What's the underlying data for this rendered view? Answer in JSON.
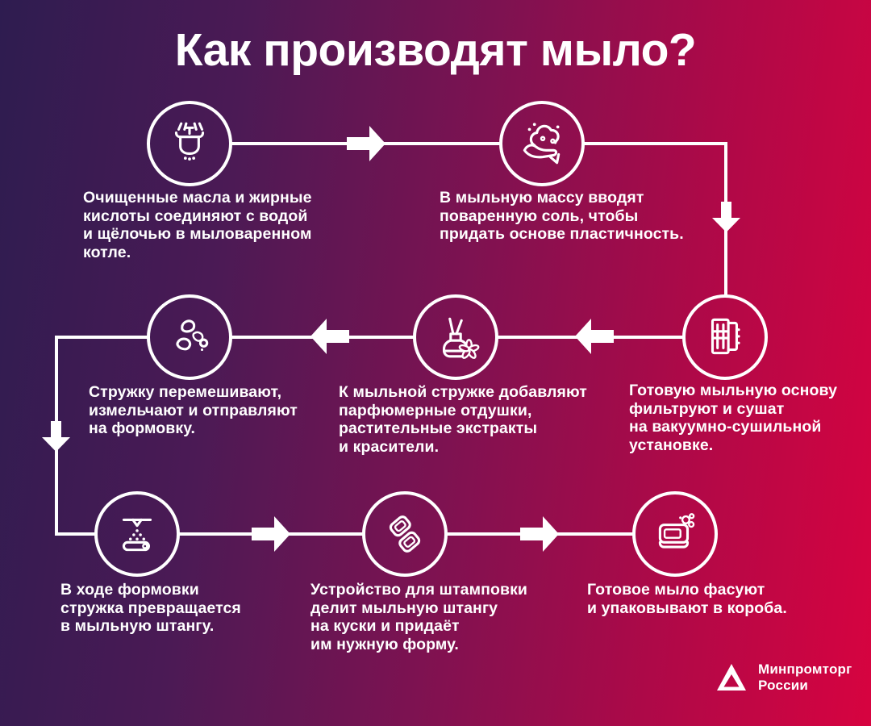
{
  "title": "Как производят мыло?",
  "colors": {
    "background_left": "#2e1c50",
    "background_right": "#d70340",
    "foreground": "#ffffff"
  },
  "steps": [
    {
      "name": "cooking",
      "icon": "soap-kettle-icon",
      "text": "Очищенные масла и жирные\nкислоты соединяют с водой\nи щёлочью в мыловаренном\nкотле."
    },
    {
      "name": "salting",
      "icon": "hand-foam-icon",
      "text": "В мыльную массу вводят\nповаренную соль, чтобы\nпридать основе пластичность."
    },
    {
      "name": "filtering",
      "icon": "filter-press-icon",
      "text": "Готовую мыльную основу\nфильтруют и сушат\nна вакуумно-сушильной\nустановке."
    },
    {
      "name": "perfuming",
      "icon": "perfume-diffuser-icon",
      "text": "К мыльной стружке добавляют\nпарфюмерные отдушки,\nрастительные экстракты\nи красители."
    },
    {
      "name": "milling",
      "icon": "soap-flakes-icon",
      "text": "Стружку перемешивают,\nизмельчают и отправляют\nна формовку."
    },
    {
      "name": "extruding",
      "icon": "extruder-icon",
      "text": "В ходе формовки\nстружка превращается\nв мыльную штангу."
    },
    {
      "name": "stamping",
      "icon": "stamping-icon",
      "text": "Устройство для штамповки\nделит мыльную штангу\nна куски и придаёт\nим нужную форму."
    },
    {
      "name": "packing",
      "icon": "packaged-soap-icon",
      "text": "Готовое мыло фасуют\nи упаковывают в короба."
    }
  ],
  "footer": {
    "logo": "minpromtorg-triangle-icon",
    "org_name": "Минпромторг\nРоссии"
  }
}
